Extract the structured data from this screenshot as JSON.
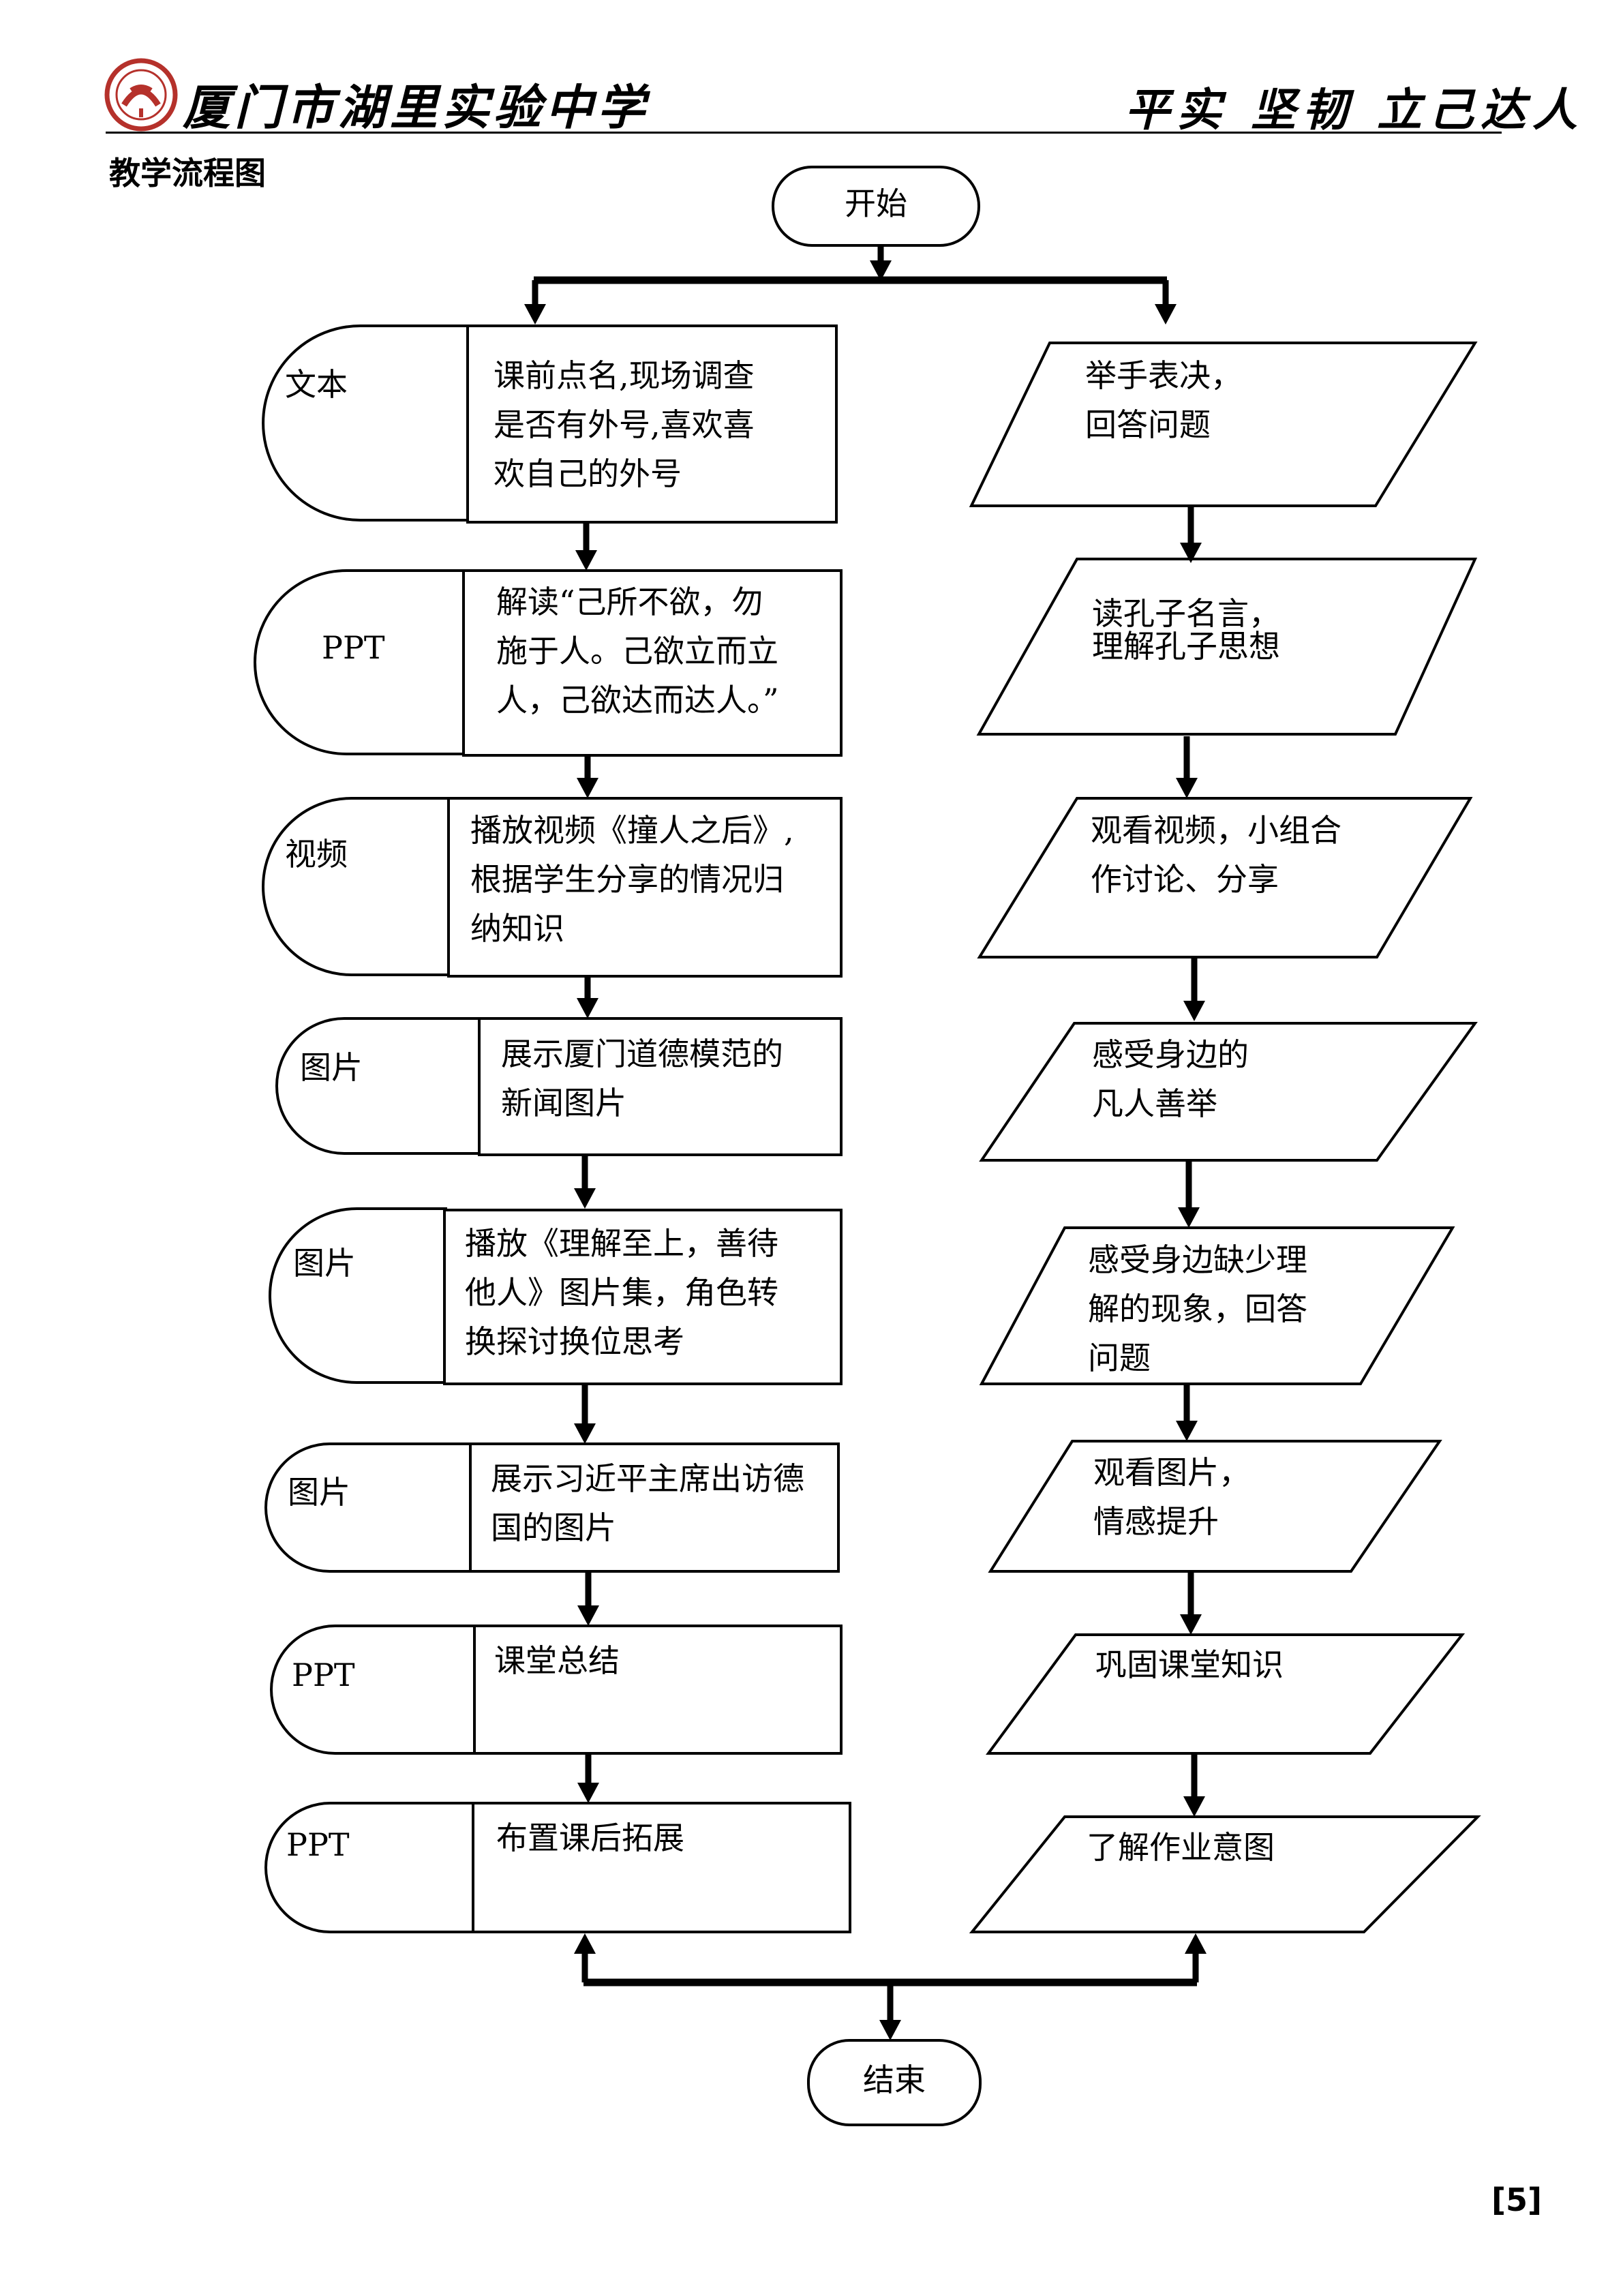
{
  "header": {
    "school_name": "厦门市湖里实验中学",
    "motto": "平实 坚韧 立己达人"
  },
  "section_title": "教学流程图",
  "flowchart": {
    "start_label": "开始",
    "end_label": "结束",
    "teacher_steps": [
      {
        "medium": "文本",
        "lines": [
          "课前点名,现场调查",
          "是否有外号,喜欢喜",
          "欢自己的外号"
        ]
      },
      {
        "medium": "PPT",
        "lines": [
          "解读“己所不欲，勿",
          "施于人。己欲立而立",
          "人，己欲达而达人。”"
        ]
      },
      {
        "medium": "视频",
        "lines": [
          "播放视频《撞人之后》,",
          "根据学生分享的情况归",
          "纳知识"
        ]
      },
      {
        "medium": "图片",
        "lines": [
          "展示厦门道德模范的",
          "新闻图片"
        ]
      },
      {
        "medium": "图片",
        "lines": [
          "播放《理解至上，善待",
          "他人》图片集，角色转",
          "换探讨换位思考"
        ]
      },
      {
        "medium": "图片",
        "lines": [
          "展示习近平主席出访德",
          "国的图片"
        ]
      },
      {
        "medium": "PPT",
        "lines": [
          "课堂总结"
        ]
      },
      {
        "medium": "PPT",
        "lines": [
          "布置课后拓展"
        ]
      }
    ],
    "student_steps": [
      {
        "lines": [
          "举手表决，",
          "回答问题"
        ]
      },
      {
        "lines": [
          "读孔子名言，",
          "理解孔子思想"
        ]
      },
      {
        "lines": [
          "观看视频，小组合",
          "作讨论、分享"
        ]
      },
      {
        "lines": [
          "感受身边的",
          "凡人善举"
        ]
      },
      {
        "lines": [
          "感受身边缺少理",
          "解的现象，回答",
          "问题"
        ]
      },
      {
        "lines": [
          "观看图片，",
          "情感提升"
        ]
      },
      {
        "lines": [
          "巩固课堂知识"
        ]
      },
      {
        "lines": [
          "了解作业意图"
        ]
      }
    ]
  },
  "page_number": "[5]",
  "colors": {
    "logo": "#b5312b",
    "ink": "#000000"
  }
}
